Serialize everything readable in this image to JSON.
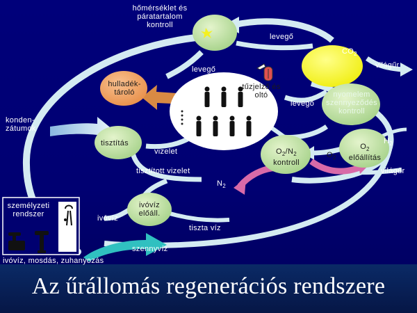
{
  "title": "Az űrállomás regenerációs rendszere",
  "colors": {
    "background": "#00007a",
    "cycle_arrow": "#cfe7ef",
    "node_fill": "#c8e6a8",
    "co2_node": "#ffff33",
    "waste_node": "#f0a060",
    "crew_hub": "#ffffff",
    "pink_arrow": "#d86aa8",
    "teal_arrow": "#30c0c0",
    "orange_arrow": "#d07a30",
    "fire_detector": "#e05050"
  },
  "labels": {
    "temp_humidity": "hőmérséklet és\npáratartalom\nkontroll",
    "air_top": "levegő",
    "co2": "CO",
    "co2_sub": "2",
    "space_top": "világűr",
    "air_left": "levegő",
    "waste": "hulladék-\ntároló",
    "fire": "tűzjelző és\noltó",
    "air_right": "levegő",
    "trace": "nyomelem\nszennyeződés\nkontroll",
    "condensate": "konden-\nzátumok",
    "purification": "tisztítás",
    "urine": "vizelet",
    "o2n2_a": "O",
    "o2n2_b": "2",
    "o2n2_c": "/N",
    "o2n2_d": "2",
    "o2n2_e": "kontroll",
    "o2_left": "O",
    "o2_left_sub": "2",
    "o2prod_a": "O",
    "o2prod_b": "2",
    "o2prod_c": "előállítás",
    "h2": "H",
    "h2_sub": "2",
    "purified_urine": "tisztított vizelet",
    "n2": "N",
    "n2_sub": "2",
    "space_mid": "világűr",
    "personal_system": "személyzeti\nrendszer",
    "drinking_water": "ivóvíz",
    "potable_prod": "ivóvíz\nelőáll.",
    "clean_water": "tiszta víz",
    "waste_water": "szennyvíz",
    "usage": "ivóvíz, mosdás, zuhanyozás"
  },
  "icons": [
    "crew-people-icon",
    "fire-extinguisher-icon",
    "faucet-icon",
    "drinking-fountain-icon",
    "shower-icon",
    "sparkle-icon"
  ]
}
